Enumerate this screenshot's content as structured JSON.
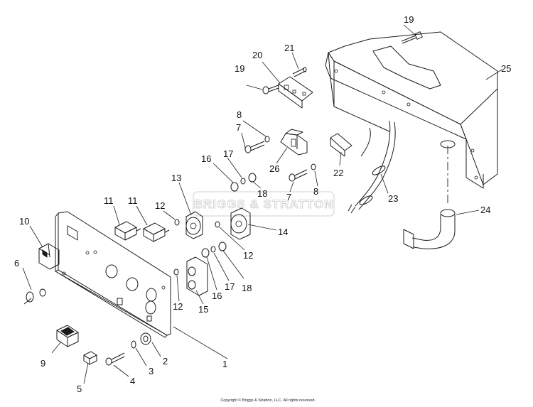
{
  "diagram": {
    "callouts": [
      "1",
      "2",
      "3",
      "4",
      "5",
      "6",
      "7",
      "7",
      "8",
      "8",
      "9",
      "10",
      "11",
      "11",
      "12",
      "12",
      "12",
      "13",
      "14",
      "15",
      "16",
      "16",
      "17",
      "17",
      "18",
      "18",
      "19",
      "19",
      "20",
      "21",
      "22",
      "23",
      "24",
      "25",
      "26"
    ],
    "watermark": "BRIGGS & STRATTON",
    "copyright": "Copyright © Briggs & Stratton, LLC. All rights reserved."
  }
}
